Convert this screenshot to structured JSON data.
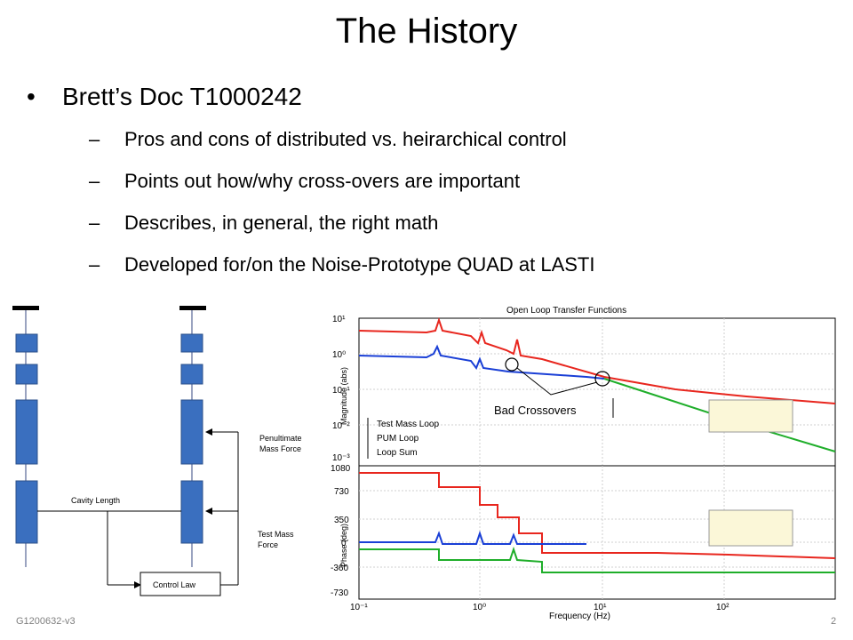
{
  "slide": {
    "title": "The History",
    "bullet": "Brett’s Doc T1000242",
    "sub_items": [
      "Pros and cons of distributed vs. heirarchical control",
      "Points out how/why cross-overs are important",
      " Describes, in general, the right math",
      " Developed for/on the Noise-Prototype QUAD at LASTI"
    ],
    "bullet_glyph": "•",
    "dash_glyph": "–"
  },
  "diagram": {
    "label_perc_mass_force": [
      "Penultimate",
      "Mass Force"
    ],
    "label_cavity_length": "Cavity Length",
    "label_test_mass_force": [
      "Test Mass",
      "Force"
    ],
    "label_control_law": "Control Law"
  },
  "plot": {
    "title": "Open Loop Transfer Functions",
    "annotation": "Bad Crossovers",
    "legend": [
      "Test Mass Loop",
      "PUM Loop",
      "Loop Sum"
    ],
    "ylabel_top": "Magnitude (abs)",
    "ylabel_bottom": "Phase (deg)",
    "xlabel": "Frequency (Hz)",
    "yticks_top": [
      "10¹",
      "10⁰",
      "10⁻¹",
      "10⁻²",
      "10⁻³"
    ],
    "yticks_bottom": [
      "1080",
      "730",
      "350",
      "0",
      "-360",
      "-730"
    ],
    "xticks": [
      "10⁻¹",
      "10⁰",
      "10¹",
      "10²"
    ],
    "colors": {
      "test_mass": "#e8261e",
      "pum": "#1a3fd6",
      "sum": "#1fae2a",
      "marker": "#c040c0"
    }
  },
  "footer": {
    "doc_id": "G1200632-v3",
    "page": "2"
  }
}
